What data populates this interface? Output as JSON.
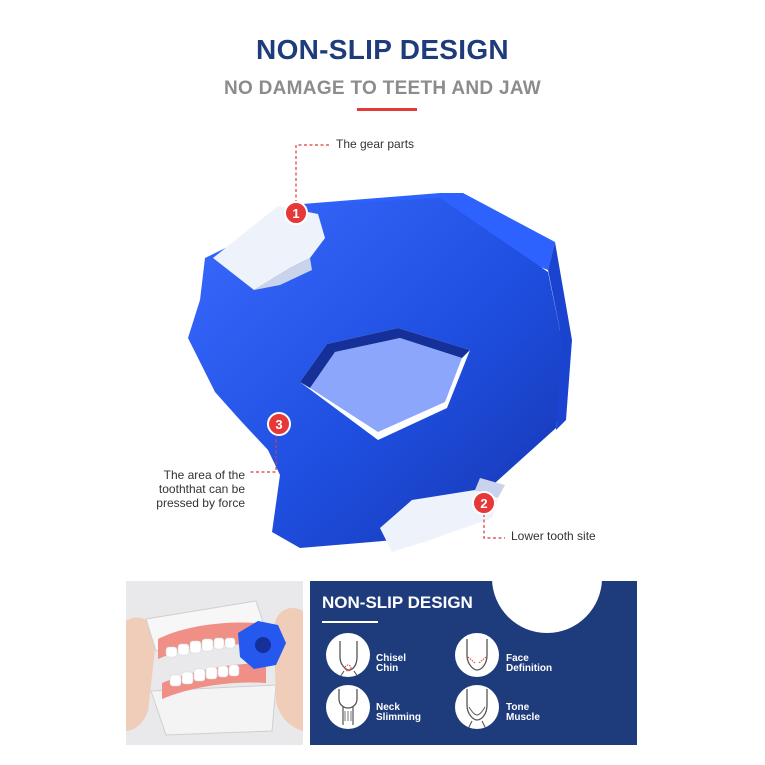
{
  "header": {
    "title": "NON-SLIP DESIGN",
    "subtitle": "NO DAMAGE TO TEETH AND JAW"
  },
  "callouts": [
    {
      "number": "1",
      "label": "The gear parts"
    },
    {
      "number": "2",
      "label": "Lower tooth site"
    },
    {
      "number": "3",
      "label_lines": [
        "The area of the",
        "tooththat can be",
        "pressed by force"
      ]
    }
  ],
  "feature_panel": {
    "title": "NON-SLIP DESIGN",
    "features": [
      {
        "icon": "chin-face-icon",
        "lines": [
          "Chisel",
          "Chin"
        ]
      },
      {
        "icon": "face-definition-icon",
        "lines": [
          "Face",
          "Definition"
        ]
      },
      {
        "icon": "neck-icon",
        "lines": [
          "Neck",
          "Slimming"
        ]
      },
      {
        "icon": "tone-muscle-icon",
        "lines": [
          "Tone",
          "Muscle"
        ]
      }
    ]
  },
  "colors": {
    "brand_navy": "#1e3b7c",
    "product_blue": "#1f4fe0",
    "accent_red": "#e03a3a",
    "subtitle_gray": "#8c8c8c"
  }
}
